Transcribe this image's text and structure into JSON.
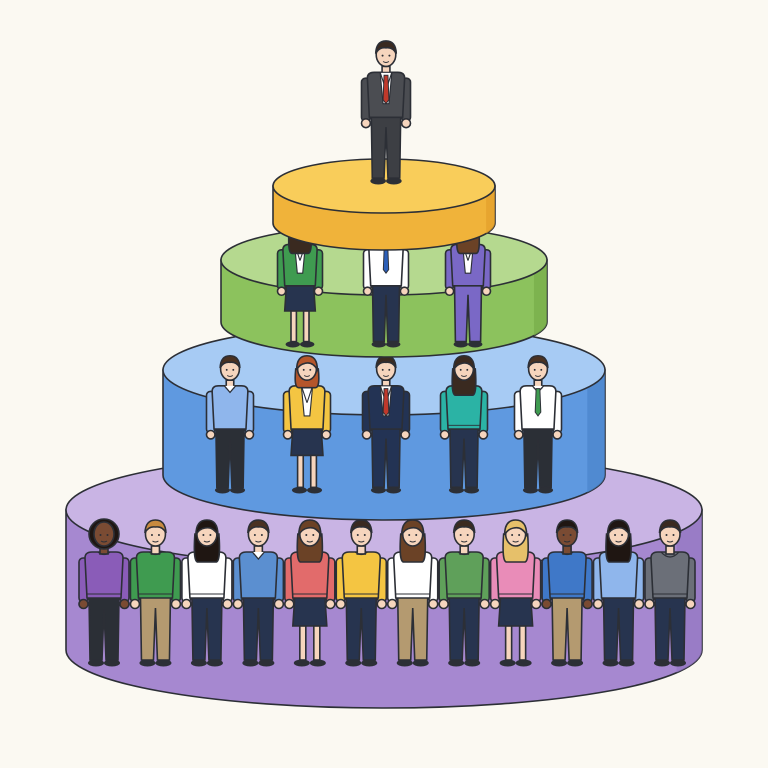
{
  "colors": {
    "background": "#fbf9f2",
    "outline": "#2c2f36",
    "skin": "#f6d5bd",
    "tier_top": {
      "top": "#f9cd5a",
      "side": "#f0b33a",
      "shade": "#e2a02b"
    },
    "tier_second": {
      "top": "#b5d98f",
      "side": "#8cc25d",
      "shade": "#76ad4a"
    },
    "tier_third": {
      "top": "#a7cbf4",
      "side": "#5f99e0",
      "shade": "#4a83ca"
    },
    "tier_base": {
      "top": "#c9b4e4",
      "side": "#a688d0",
      "shade": "#9478c2"
    }
  },
  "pyramid": {
    "tiers": [
      {
        "name": "tier-base",
        "level": 4,
        "people_count": 12
      },
      {
        "name": "tier-third",
        "level": 3,
        "people_count": 5
      },
      {
        "name": "tier-second",
        "level": 2,
        "people_count": 3
      },
      {
        "name": "tier-top",
        "level": 1,
        "people_count": 0
      }
    ],
    "apex_person": {
      "role": "executive",
      "gender": "m",
      "top": "suit",
      "top_color": "#4b4d52",
      "tie": "#c0392b",
      "bottom": "trousers",
      "bottom_color": "#3d3f44",
      "hair": "#3a2a20"
    }
  },
  "people": {
    "second": [
      {
        "gender": "f",
        "top": "blazer",
        "top_color": "#3f9b50",
        "shirt": "#ffffff",
        "bottom": "skirt",
        "bottom_color": "#27344f",
        "hair": "#3a2a20",
        "hair_style": "long"
      },
      {
        "gender": "m",
        "top": "shirt",
        "top_color": "#ffffff",
        "tie": "#2c5fb8",
        "bottom": "trousers",
        "bottom_color": "#27344f",
        "hair": "#4a3222"
      },
      {
        "gender": "f",
        "top": "blazer",
        "top_color": "#7a68c6",
        "shirt": "#ffffff",
        "bottom": "trousers",
        "bottom_color": "#7a68c6",
        "hair": "#6b4226",
        "hair_style": "long"
      }
    ],
    "third": [
      {
        "gender": "m",
        "top": "shirt",
        "top_color": "#8fb6ec",
        "bottom": "trousers",
        "bottom_color": "#2b2f36",
        "hair": "#4a3222"
      },
      {
        "gender": "f",
        "top": "blazer",
        "top_color": "#f4c542",
        "shirt": "#ffffff",
        "bottom": "skirt",
        "bottom_color": "#27344f",
        "hair": "#b5562b",
        "hair_style": "medium"
      },
      {
        "gender": "m",
        "top": "suit",
        "top_color": "#233354",
        "tie": "#c0392b",
        "bottom": "trousers",
        "bottom_color": "#233354",
        "hair": "#3a2a20"
      },
      {
        "gender": "f",
        "top": "sweater",
        "top_color": "#2bb3a5",
        "bottom": "trousers",
        "bottom_color": "#27344f",
        "hair": "#3a2a20",
        "hair_style": "long"
      },
      {
        "gender": "m",
        "top": "shirt",
        "top_color": "#ffffff",
        "tie": "#3f9b50",
        "bottom": "trousers",
        "bottom_color": "#2b2f36",
        "hair": "#4a3222"
      }
    ],
    "base": [
      {
        "gender": "f",
        "top": "sweater",
        "top_color": "#8a5cb8",
        "bottom": "trousers",
        "bottom_color": "#2b2f36",
        "hair": "#1f1612",
        "hair_style": "curly",
        "skin": "#7a4b33"
      },
      {
        "gender": "m",
        "top": "sweater",
        "top_color": "#3f9b50",
        "bottom": "trousers",
        "bottom_color": "#b49a70",
        "hair": "#c88a3f"
      },
      {
        "gender": "f",
        "top": "sweater",
        "top_color": "#ffffff",
        "bottom": "trousers",
        "bottom_color": "#27344f",
        "hair": "#1f1612",
        "hair_style": "long"
      },
      {
        "gender": "m",
        "top": "shirt",
        "top_color": "#5b8fd0",
        "bottom": "trousers",
        "bottom_color": "#27344f",
        "hair": "#4a3222"
      },
      {
        "gender": "f",
        "top": "sweater",
        "top_color": "#e26b6b",
        "bottom": "skirt",
        "bottom_color": "#27344f",
        "hair": "#6b4226",
        "hair_style": "long"
      },
      {
        "gender": "m",
        "top": "sweater",
        "top_color": "#f4c542",
        "bottom": "trousers",
        "bottom_color": "#27344f",
        "hair": "#3a2a20"
      },
      {
        "gender": "f",
        "top": "sweater",
        "top_color": "#ffffff",
        "bottom": "trousers",
        "bottom_color": "#b49a70",
        "hair": "#6b4226",
        "hair_style": "long"
      },
      {
        "gender": "m",
        "top": "sweater",
        "top_color": "#5fa05a",
        "bottom": "trousers",
        "bottom_color": "#27344f",
        "hair": "#3a2a20"
      },
      {
        "gender": "f",
        "top": "sweater",
        "top_color": "#e98cb8",
        "bottom": "skirt",
        "bottom_color": "#27344f",
        "hair": "#e6c06a",
        "hair_style": "long"
      },
      {
        "gender": "m",
        "top": "sweater",
        "top_color": "#3f78c8",
        "bottom": "trousers",
        "bottom_color": "#b49a70",
        "hair": "#1f1612",
        "skin": "#7a4b33"
      },
      {
        "gender": "f",
        "top": "shirt",
        "top_color": "#8fb6ec",
        "bottom": "trousers",
        "bottom_color": "#27344f",
        "hair": "#1f1612",
        "hair_style": "long"
      },
      {
        "gender": "m",
        "top": "hoodie",
        "top_color": "#6b6f78",
        "bottom": "trousers",
        "bottom_color": "#27344f",
        "hair": "#3a2a20"
      }
    ]
  }
}
